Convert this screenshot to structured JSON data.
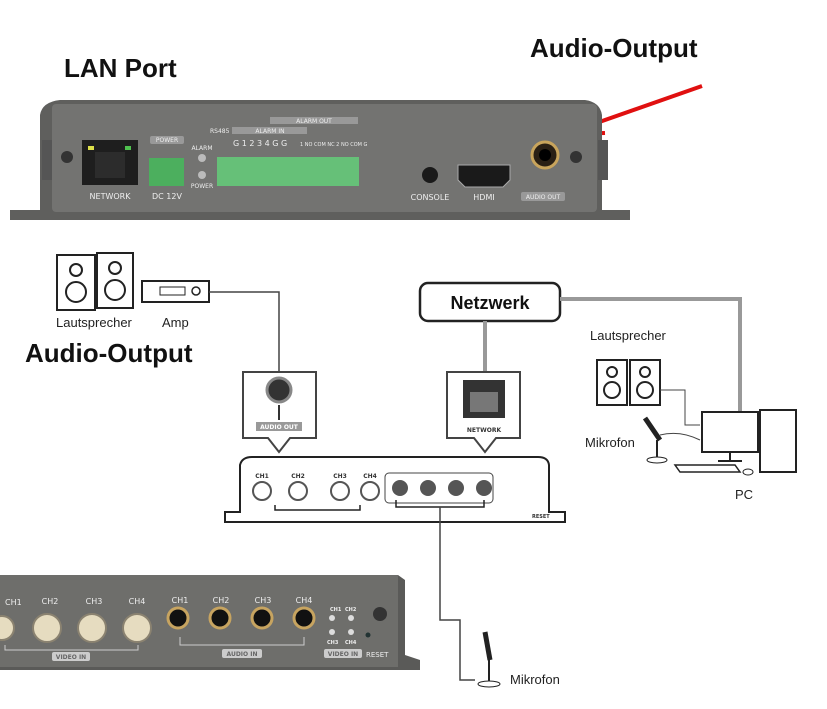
{
  "labels": {
    "lan_port": "LAN Port",
    "audio_output_top": "Audio-Output",
    "audio_output_left": "Audio-Output",
    "lautsprecher_left": "Lautsprecher",
    "amp": "Amp",
    "netzwerk": "Netzwerk",
    "lautsprecher_right": "Lautsprecher",
    "mikrofon_right": "Mikrofon",
    "pc": "PC",
    "mikrofon_bottom": "Mikrofon"
  },
  "top_device": {
    "network": "NETWORK",
    "power": "POWER",
    "dc": "DC 12V",
    "alarm": "ALARM",
    "power_led": "POWER",
    "rs485": "RS485",
    "alarm_in": "ALARM IN",
    "alarm_in_pins": "G 1 2 3 4 G G",
    "alarm_out": "ALARM OUT",
    "alarm_out_pins": "1 NO COM NC   2 NO COM G",
    "console": "CONSOLE",
    "hdmi": "HDMI",
    "audio_out": "AUDIO OUT"
  },
  "callouts": {
    "audio_out": "AUDIO OUT",
    "network": "NETWORK"
  },
  "diagram_device": {
    "channels": [
      "CH1",
      "CH2",
      "CH3",
      "CH4"
    ],
    "reset": "RESET"
  },
  "bottom_device": {
    "video_channels": [
      "CH1",
      "CH2",
      "CH3",
      "CH4"
    ],
    "audio_channels": [
      "CH1",
      "CH2",
      "CH3",
      "CH4"
    ],
    "video_in": "VIDEO IN",
    "audio_in": "AUDIO IN",
    "video_in_2": "VIDEO IN",
    "led_channels": [
      "CH1",
      "CH2",
      "CH3",
      "CH4"
    ],
    "reset": "RESET"
  },
  "colors": {
    "arrow": "#e01010",
    "device": "#6e6e6c",
    "terminal": "#5cb36a",
    "cable": "#999999"
  }
}
